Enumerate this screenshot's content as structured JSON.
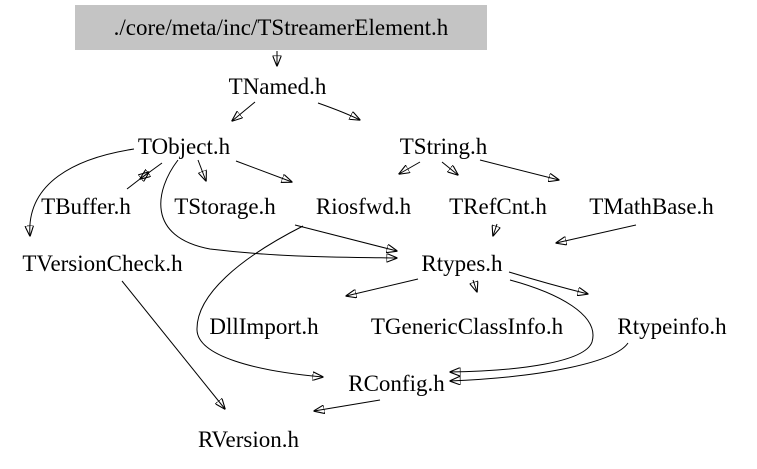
{
  "diagram": {
    "type": "include-dependency-graph",
    "colors": {
      "background": "#ffffff",
      "edge": "#000000",
      "text": "#000000",
      "root_highlight_bg": "#c4c4c4"
    },
    "nodes": [
      {
        "id": "tstreamerelement",
        "label": "./core/meta/inc/TStreamerElement.h",
        "highlighted": true
      },
      {
        "id": "tnamed",
        "label": "TNamed.h"
      },
      {
        "id": "tobject",
        "label": "TObject.h"
      },
      {
        "id": "tstring",
        "label": "TString.h"
      },
      {
        "id": "tbuffer",
        "label": "TBuffer.h"
      },
      {
        "id": "tstorage",
        "label": "TStorage.h"
      },
      {
        "id": "riosfwd",
        "label": "Riosfwd.h"
      },
      {
        "id": "trefcnt",
        "label": "TRefCnt.h"
      },
      {
        "id": "tmathbase",
        "label": "TMathBase.h"
      },
      {
        "id": "tversioncheck",
        "label": "TVersionCheck.h"
      },
      {
        "id": "rtypes",
        "label": "Rtypes.h"
      },
      {
        "id": "dllimport",
        "label": "DllImport.h"
      },
      {
        "id": "tgenericclassinfo",
        "label": "TGenericClassInfo.h"
      },
      {
        "id": "rtypeinfo",
        "label": "Rtypeinfo.h"
      },
      {
        "id": "rconfig",
        "label": "RConfig.h"
      },
      {
        "id": "rversion",
        "label": "RVersion.h"
      }
    ],
    "edges": [
      {
        "from": "tstreamerelement",
        "to": "tnamed"
      },
      {
        "from": "tnamed",
        "to": "tobject"
      },
      {
        "from": "tnamed",
        "to": "tstring"
      },
      {
        "from": "tobject",
        "to": "tbuffer"
      },
      {
        "from": "tbuffer",
        "to": "tobject"
      },
      {
        "from": "tobject",
        "to": "tstorage"
      },
      {
        "from": "tobject",
        "to": "riosfwd"
      },
      {
        "from": "tobject",
        "to": "tversioncheck"
      },
      {
        "from": "tobject",
        "to": "rtypes"
      },
      {
        "from": "tstring",
        "to": "riosfwd"
      },
      {
        "from": "tstring",
        "to": "trefcnt"
      },
      {
        "from": "tstring",
        "to": "tmathbase"
      },
      {
        "from": "tstorage",
        "to": "rtypes"
      },
      {
        "from": "riosfwd",
        "to": "rconfig"
      },
      {
        "from": "trefcnt",
        "to": "rtypes"
      },
      {
        "from": "tmathbase",
        "to": "rtypes"
      },
      {
        "from": "rtypes",
        "to": "dllimport"
      },
      {
        "from": "rtypes",
        "to": "tgenericclassinfo"
      },
      {
        "from": "rtypes",
        "to": "rtypeinfo"
      },
      {
        "from": "rtypes",
        "to": "rconfig"
      },
      {
        "from": "rtypeinfo",
        "to": "rconfig"
      },
      {
        "from": "rconfig",
        "to": "rversion"
      },
      {
        "from": "tversioncheck",
        "to": "rversion"
      }
    ]
  }
}
